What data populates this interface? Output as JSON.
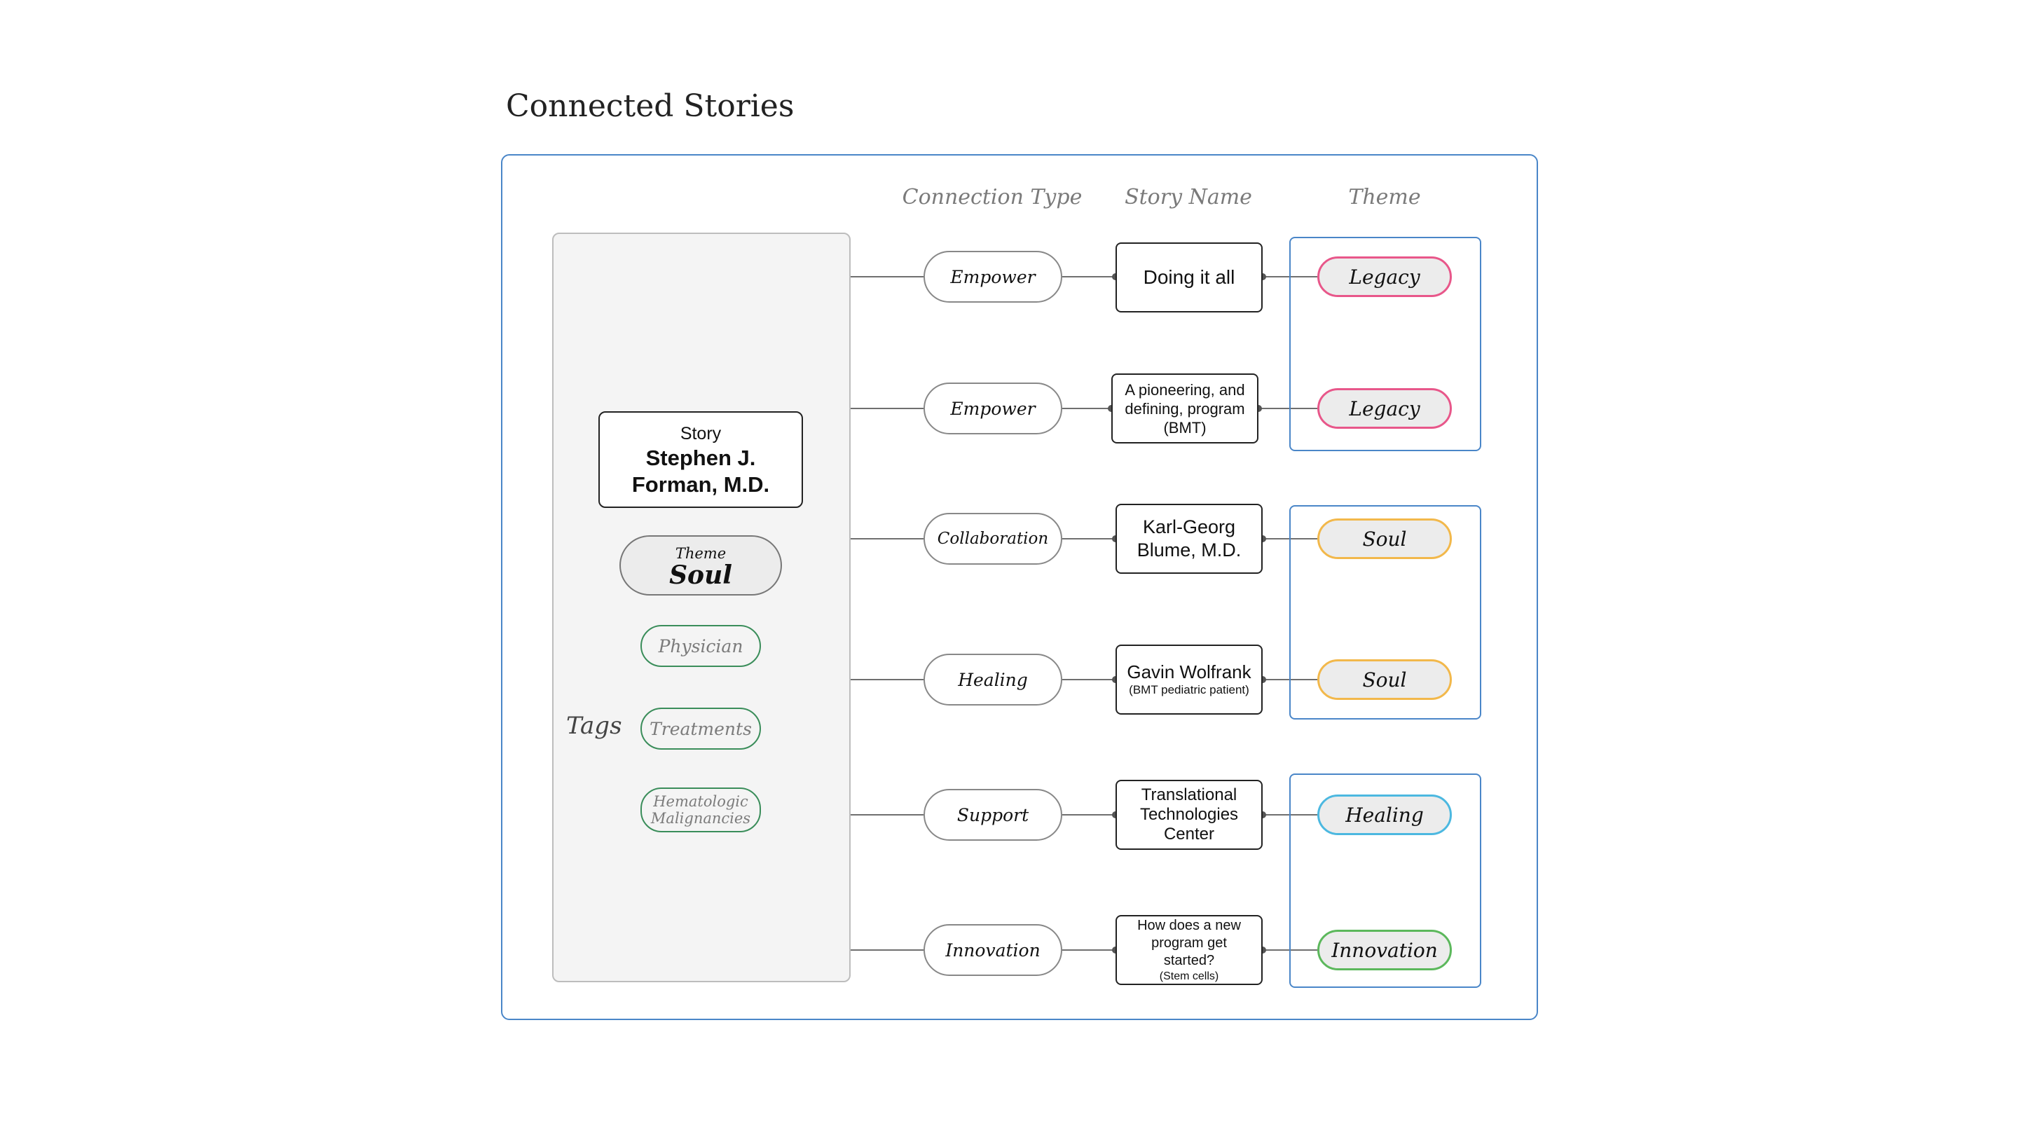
{
  "title": "Connected Stories",
  "headers": {
    "connection_type": "Connection Type",
    "story_name": "Story Name",
    "theme": "Theme"
  },
  "main_story": {
    "label": "Story",
    "name_line1": "Stephen J.",
    "name_line2": "Forman, M.D."
  },
  "main_theme": {
    "label": "Theme",
    "value": "Soul"
  },
  "tags": {
    "label": "Tags",
    "items": [
      "Physician",
      "Treatments",
      "Hematologic",
      "Malignancies"
    ]
  },
  "rows": [
    {
      "connection": "Empower",
      "story": "Doing it all",
      "theme": "Legacy"
    },
    {
      "connection": "Empower",
      "story_lines": [
        "A pioneering, and",
        "defining, program",
        "(BMT)"
      ],
      "theme": "Legacy"
    },
    {
      "connection": "Collaboration",
      "story_lines": [
        "Karl-Georg",
        "Blume, M.D."
      ],
      "theme": "Soul"
    },
    {
      "connection": "Healing",
      "story": "Gavin Wolfrank",
      "story_sub": "(BMT pediatric patient)",
      "theme": "Soul"
    },
    {
      "connection": "Support",
      "story_lines": [
        "Translational",
        "Technologies",
        "Center"
      ],
      "theme": "Healing"
    },
    {
      "connection": "Innovation",
      "story_lines": [
        "How does a new",
        "program get",
        "started?"
      ],
      "story_sub": "(Stem cells)",
      "theme": "Innovation"
    }
  ],
  "colors": {
    "frame_border": "#4a86c8",
    "legacy": "#e8578a",
    "soul": "#f2b84b",
    "healing": "#4cb8e0",
    "innovation": "#5cb85c",
    "tag_border": "#3a8d5a"
  }
}
